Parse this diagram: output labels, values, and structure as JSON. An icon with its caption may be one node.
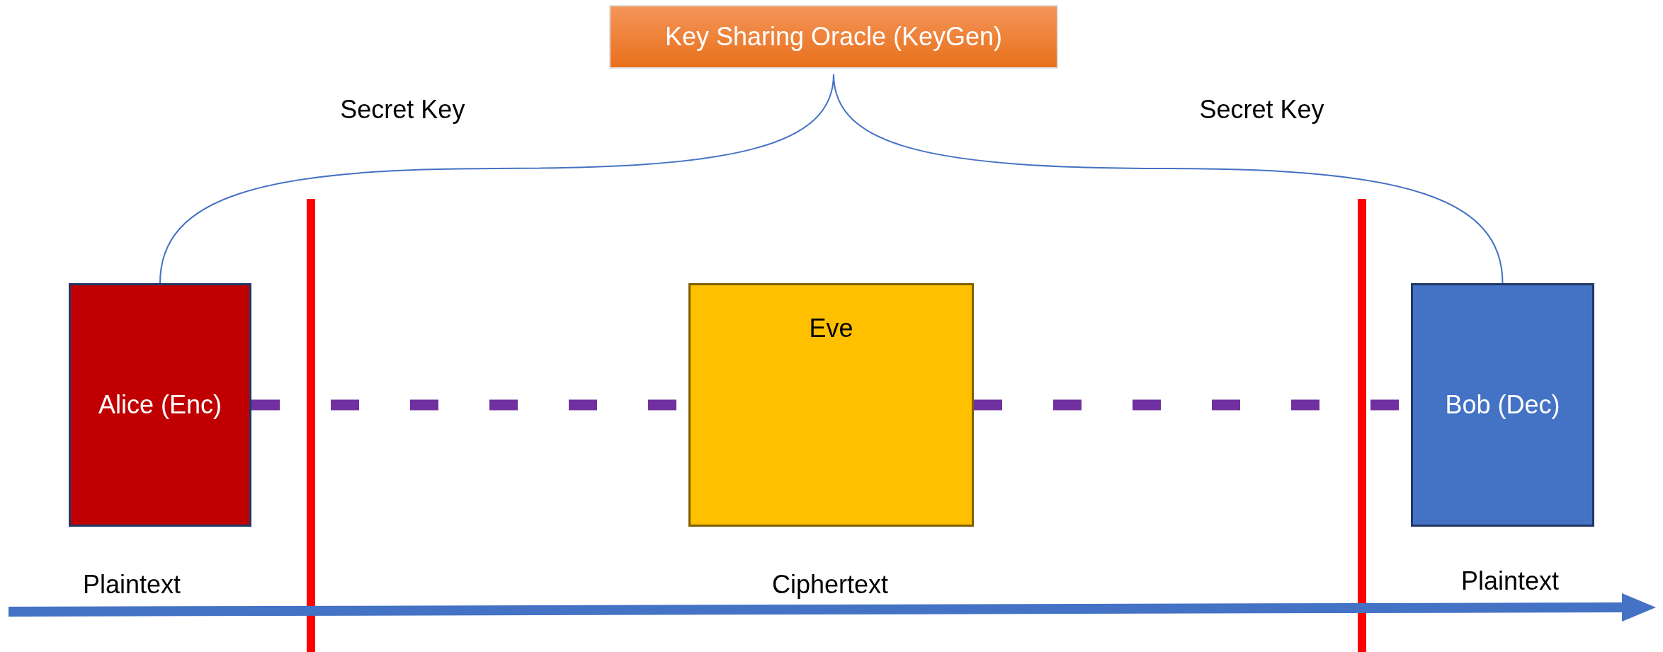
{
  "diagram": {
    "nodes": [
      {
        "text": [
          "Key Sharing Oracle (KeyGen)"
        ]
      },
      {
        "text": [
          "Alice (Enc)"
        ]
      },
      {
        "text": [
          "Eve"
        ]
      },
      {
        "text": [
          "Bob (Dec)"
        ]
      }
    ],
    "edges": [
      {
        "from": 0,
        "to": 1,
        "arrow": "none",
        "label": "Secret Key"
      },
      {
        "from": 0,
        "to": 3,
        "arrow": "none",
        "label": "Secret Key"
      },
      {
        "from": 1,
        "to": 2,
        "arrow": "none",
        "style": "dashed",
        "color": "#7030a0"
      },
      {
        "from": 2,
        "to": 3,
        "arrow": "none",
        "style": "dashed",
        "color": "#7030a0"
      }
    ],
    "labels": [
      "Plaintext",
      "Ciphertext",
      "Plaintext"
    ]
  }
}
